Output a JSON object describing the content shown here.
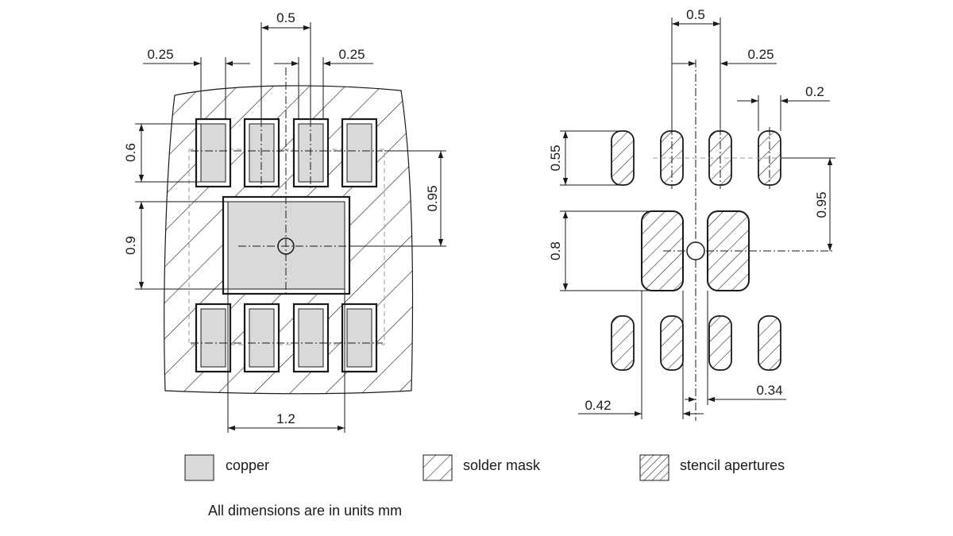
{
  "footprint": {
    "dim_pitch": "0.5",
    "dim_pad_width_left": "0.25",
    "dim_pad_width_right": "0.25",
    "dim_pad_height": "0.6",
    "dim_ep_height": "0.9",
    "dim_row_to_center": "0.95",
    "dim_ep_width": "1.2"
  },
  "stencil": {
    "dim_pitch": "0.5",
    "dim_gap": "0.25",
    "dim_aperture_width": "0.2",
    "dim_aperture_height": "0.55",
    "dim_row_to_center": "0.95",
    "dim_ep_height": "0.8",
    "dim_ep_width_left": "0.42",
    "dim_ep_offset": "0.34"
  },
  "legend": {
    "copper": "copper",
    "solder_mask": "solder mask",
    "stencil": "stencil apertures"
  },
  "note": "All dimensions are in units mm"
}
